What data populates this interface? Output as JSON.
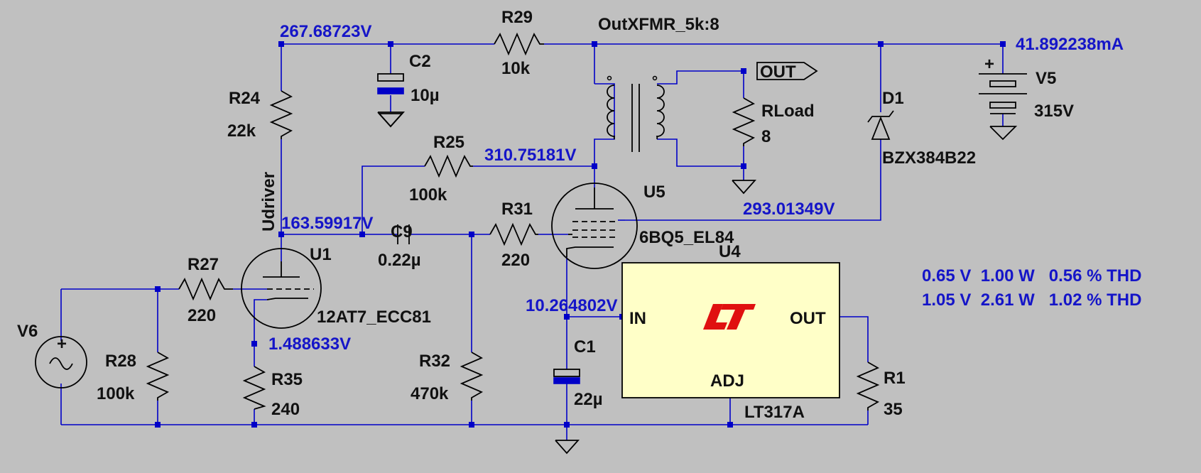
{
  "components": {
    "r29": {
      "name": "R29",
      "value": "10k"
    },
    "xfmr": {
      "name": "OutXFMR_5k:8"
    },
    "r24": {
      "name": "R24",
      "value": "22k"
    },
    "c2": {
      "name": "C2",
      "value": "10µ"
    },
    "r25": {
      "name": "R25",
      "value": "100k"
    },
    "rload": {
      "name": "RLoad",
      "value": "8"
    },
    "d1": {
      "name": "D1",
      "value": "BZX384B22"
    },
    "v5": {
      "name": "V5",
      "value": "315V"
    },
    "u5": {
      "name": "U5",
      "value": "6BQ5_EL84"
    },
    "c9": {
      "name": "C9",
      "value": "0.22µ"
    },
    "r31": {
      "name": "R31",
      "value": "220"
    },
    "u1": {
      "name": "U1",
      "value": "12AT7_ECC81"
    },
    "udriver": {
      "name": "Udriver"
    },
    "r27": {
      "name": "R27",
      "value": "220"
    },
    "v6": {
      "name": "V6"
    },
    "r28": {
      "name": "R28",
      "value": "100k"
    },
    "r35": {
      "name": "R35",
      "value": "240"
    },
    "r32": {
      "name": "R32",
      "value": "470k"
    },
    "c1": {
      "name": "C1",
      "value": "22µ"
    },
    "u4": {
      "name": "U4",
      "value": "LT317A",
      "pin_in": "IN",
      "pin_out": "OUT",
      "pin_adj": "ADJ"
    },
    "r1": {
      "name": "R1",
      "value": "35"
    },
    "out_port": {
      "label": "OUT"
    }
  },
  "voltages": {
    "top_left": "267.68723V",
    "supply_current": "41.892238mA",
    "u5_plate": "310.75181V",
    "u5_screen": "293.01349V",
    "u1_plate": "163.59917V",
    "u1_cathode": "1.488633V",
    "u5_cathode": "10.264802V"
  },
  "measurements": [
    "0.65 V  1.00 W   0.56 % THD",
    "1.05 V  2.61 W   1.02 % THD"
  ],
  "colors": {
    "background": "#c0c0c0",
    "wire": "#0000c8",
    "annotation": "#1515c8",
    "regulator_fill": "#ffffc8",
    "logo": "#e01010"
  },
  "icons": {
    "logo": "linear-technology-logo-icon",
    "ground": "ground-icon",
    "port": "port-arrow-icon"
  }
}
